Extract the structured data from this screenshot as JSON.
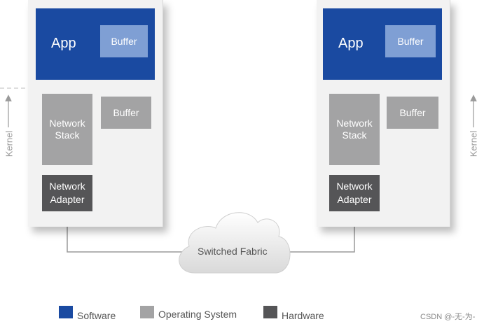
{
  "left": {
    "app_label": "App",
    "app_buffer": "Buffer",
    "network_stack": "Network Stack",
    "os_buffer": "Buffer",
    "network_adapter": "Network Adapter",
    "kernel": "Kernel"
  },
  "right": {
    "app_label": "App",
    "app_buffer": "Buffer",
    "network_stack": "Network Stack",
    "os_buffer": "Buffer",
    "network_adapter": "Network Adapter",
    "kernel": "Kernel"
  },
  "cloud_label": "Switched Fabric",
  "legend": [
    {
      "label": "Software",
      "color": "#1a4aa1"
    },
    {
      "label": "Operating System",
      "color": "#a3a3a4"
    },
    {
      "label": "Hardware",
      "color": "#555557"
    }
  ],
  "watermark": "CSDN @-无-为-"
}
